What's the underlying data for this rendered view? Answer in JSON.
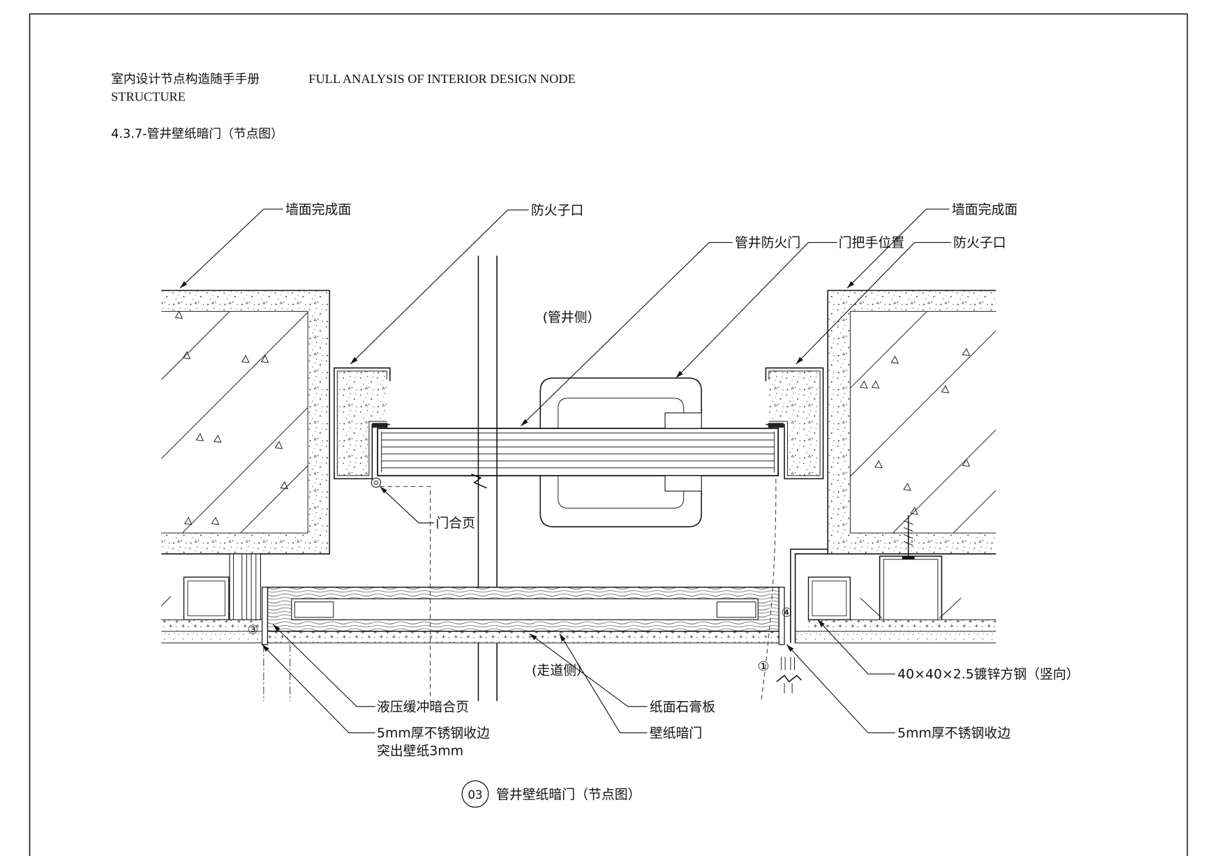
{
  "header": {
    "title_cn": "室内设计节点构造随手手册",
    "title_en_line1": "FULL ANALYSIS OF INTERIOR DESIGN NODE",
    "title_en_line2": "STRUCTURE",
    "section": "4.3.7-管井壁纸暗门（节点图）"
  },
  "labels": {
    "wall_finish_left": "墙面完成面",
    "fire_stop_left": "防火子口",
    "shaft_fire_door": "管井防火门",
    "handle_position": "门把手位置",
    "wall_finish_right": "墙面完成面",
    "fire_stop_right": "防火子口",
    "shaft_side": "(管井侧）",
    "door_hinge": "门合页",
    "hydraulic_hinge": "液压缓冲暗合页",
    "steel_trim_left_line1": "5mm厚不锈钢收边",
    "steel_trim_left_line2": "突出壁纸3mm",
    "corridor_side": "(走道侧）",
    "gypsum_board": "纸面石膏板",
    "wallpaper_door": "壁纸暗门",
    "square_steel": "40×40×2.5镀锌方钢（竖向）",
    "steel_trim_right": "5mm厚不锈钢收边"
  },
  "markers": {
    "m1": "①",
    "m3": "③",
    "m4": "④"
  },
  "caption": {
    "number": "03",
    "title": "管井壁纸暗门（节点图）"
  }
}
